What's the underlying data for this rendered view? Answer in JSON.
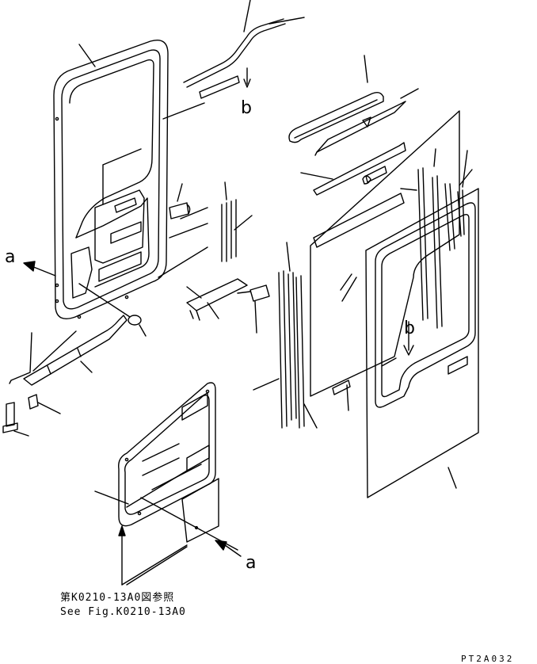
{
  "callouts": {
    "a_left": "a",
    "b_top": "b",
    "b_right": "b",
    "a_bottom": "a"
  },
  "reference": {
    "japanese": "第K0210-13A0図参照",
    "english": "See Fig.K0210-13A0"
  },
  "drawing_code": "PT2A032"
}
